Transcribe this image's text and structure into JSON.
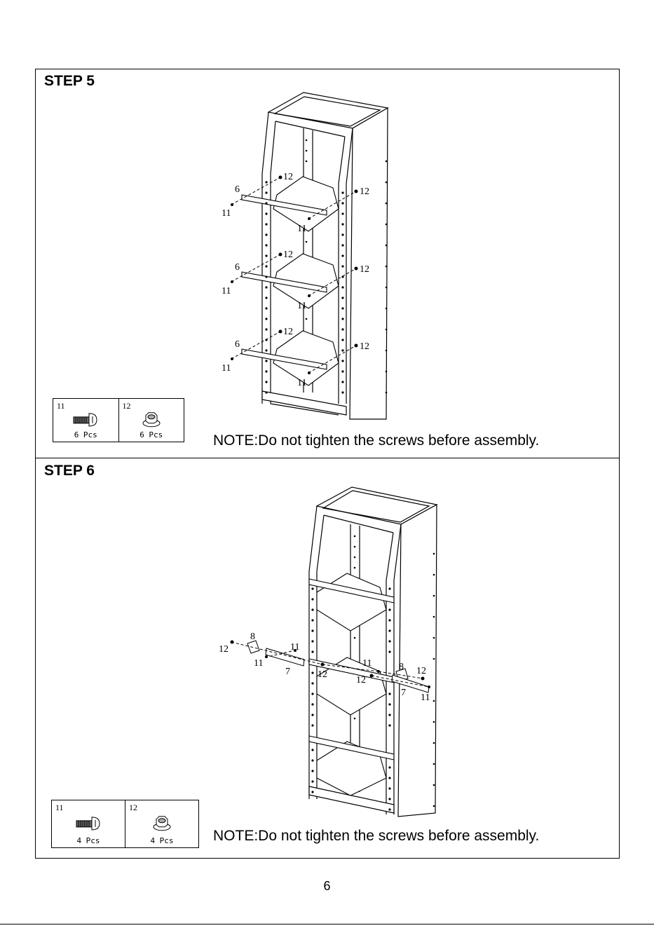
{
  "step5": {
    "title": "STEP 5",
    "note": "NOTE:Do not tighten the screws before assembly.",
    "parts": [
      {
        "number": "11",
        "qty": "6 Pcs",
        "icon": "screw-icon"
      },
      {
        "number": "12",
        "qty": "6 Pcs",
        "icon": "nut-icon"
      }
    ],
    "callouts": {
      "part6": "6",
      "part11": "11",
      "part12": "12"
    }
  },
  "step6": {
    "title": "STEP 6",
    "note": "NOTE:Do not tighten the screws before assembly.",
    "parts": [
      {
        "number": "11",
        "qty": "4 Pcs",
        "icon": "screw-icon"
      },
      {
        "number": "12",
        "qty": "4 Pcs",
        "icon": "nut-icon"
      }
    ],
    "callouts": {
      "part7": "7",
      "part8": "8",
      "part11": "11",
      "part12": "12"
    }
  },
  "page_number": "6"
}
